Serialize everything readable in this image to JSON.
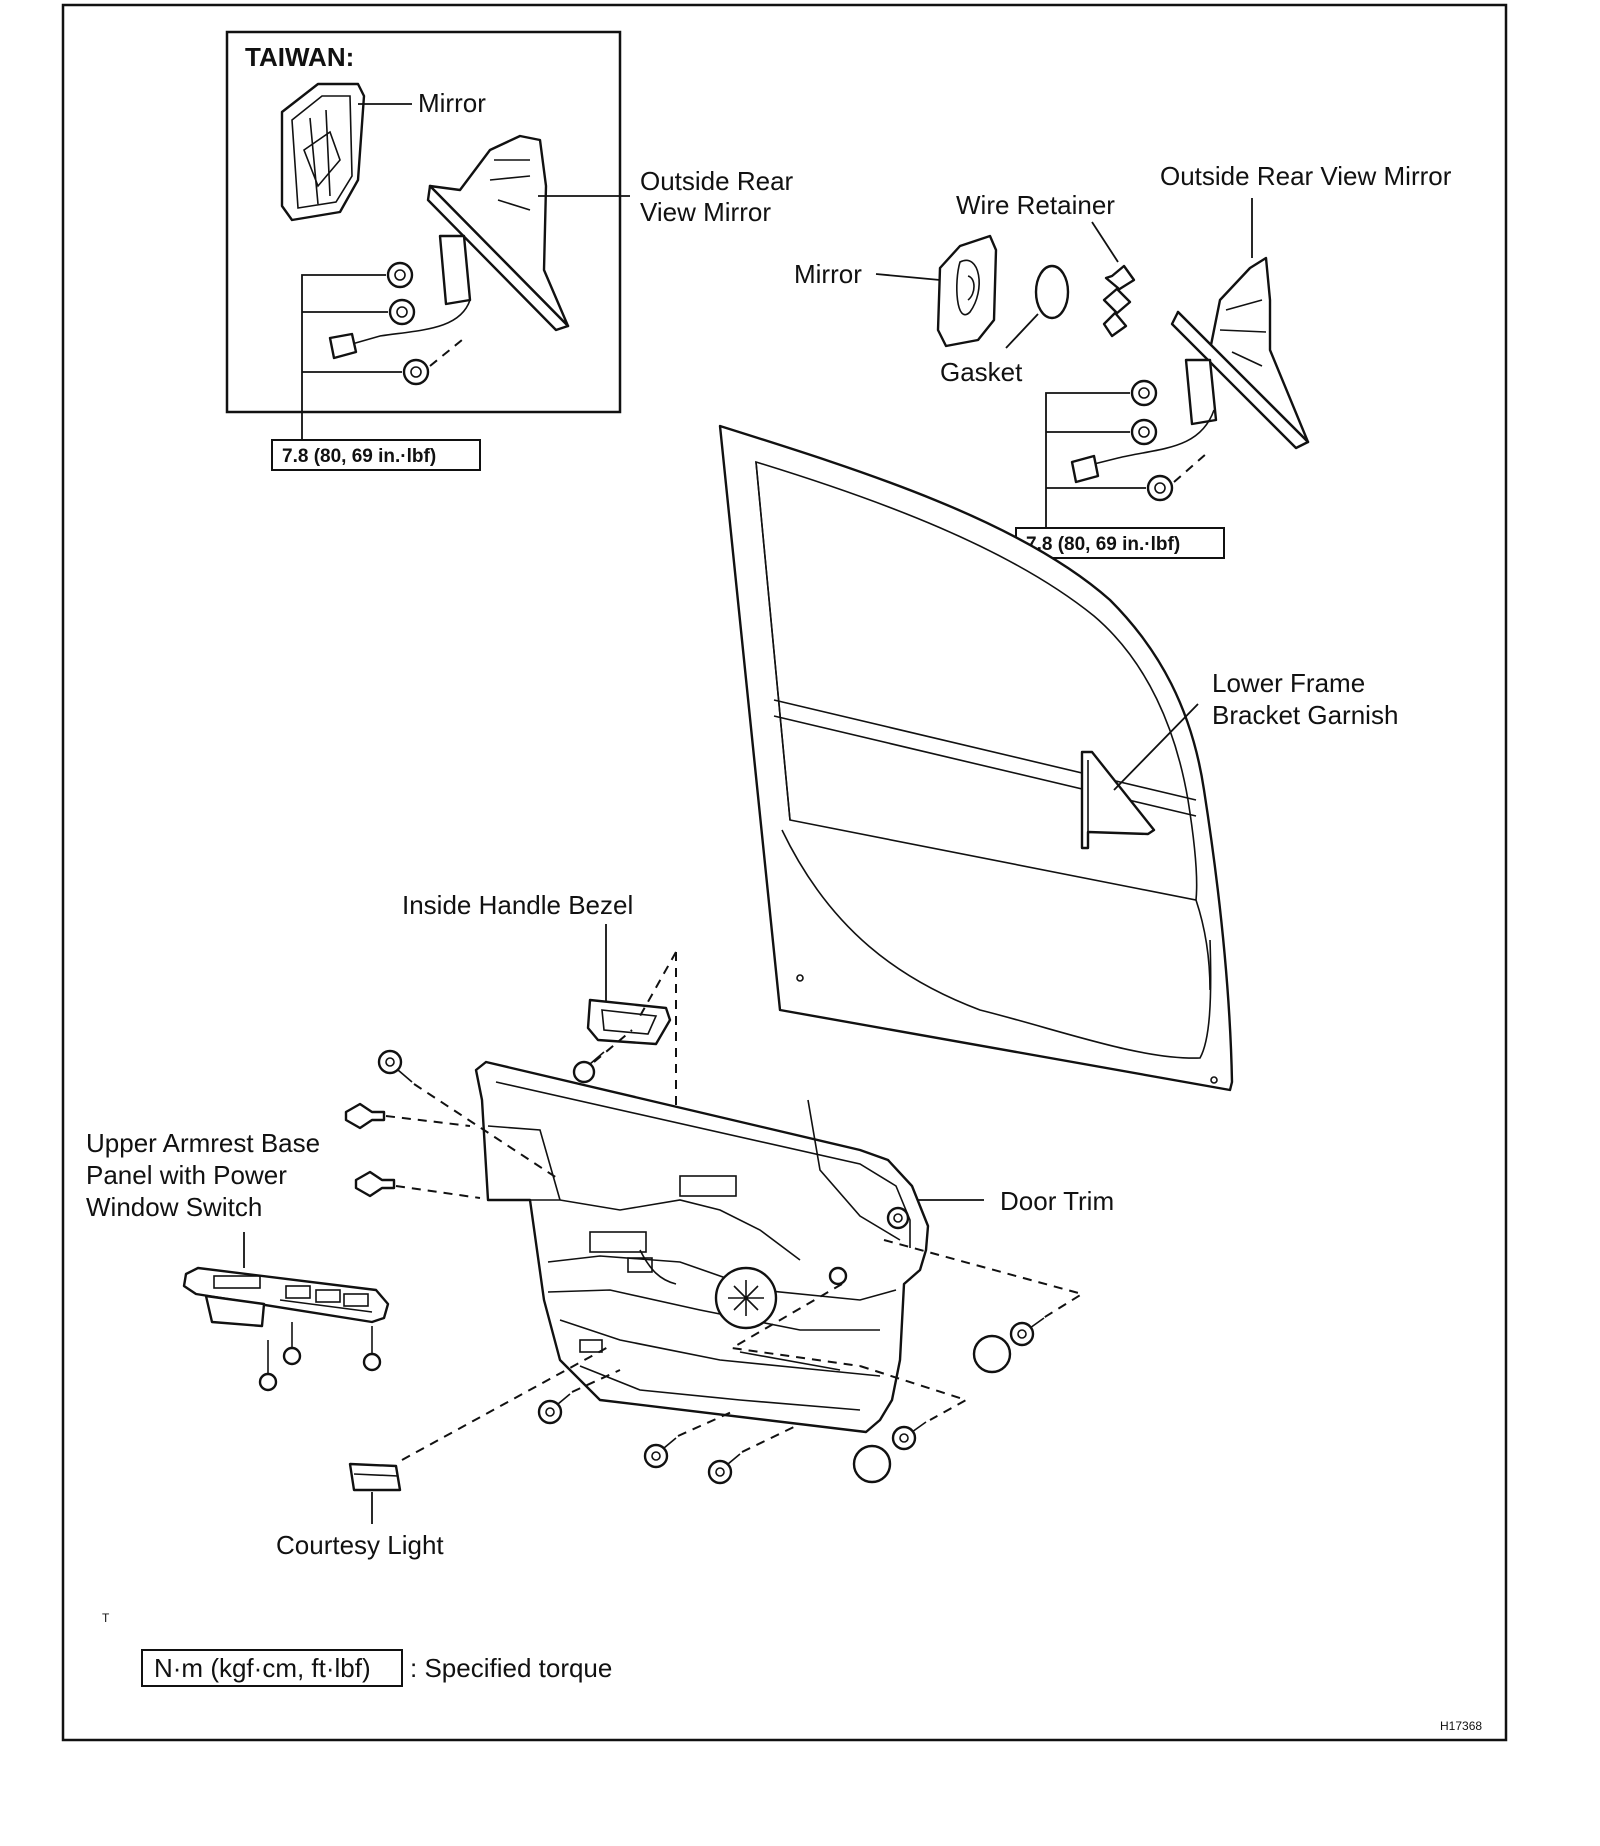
{
  "labels": {
    "taiwan": "TAIWAN:",
    "taiwan_mirror": "Mirror",
    "taiwan_outside_mirror_l1": "Outside Rear",
    "taiwan_outside_mirror_l2": "View Mirror",
    "torque_taiwan": "7.8 (80, 69 in.·lbf)",
    "outside_mirror": "Outside Rear View Mirror",
    "wire_retainer": "Wire Retainer",
    "mirror": "Mirror",
    "gasket": "Gasket",
    "torque_main": "7.8 (80, 69 in.·lbf)",
    "lower_frame_l1": "Lower Frame",
    "lower_frame_l2": "Bracket Garnish",
    "inside_handle_bezel": "Inside Handle Bezel",
    "upper_armrest_l1": "Upper Armrest Base",
    "upper_armrest_l2": "Panel with Power",
    "upper_armrest_l3": "Window Switch",
    "door_trim": "Door Trim",
    "courtesy_light": "Courtesy Light",
    "note_t": "T",
    "legend_box": "N·m (kgf·cm, ft·lbf)",
    "legend_text": ": Specified torque",
    "figure_id": "H17368"
  },
  "icons": {
    "bolt": "bolt-icon",
    "clip": "clip-icon",
    "cap": "cap-icon"
  },
  "colors": {
    "line": "#111111",
    "background": "#ffffff"
  }
}
